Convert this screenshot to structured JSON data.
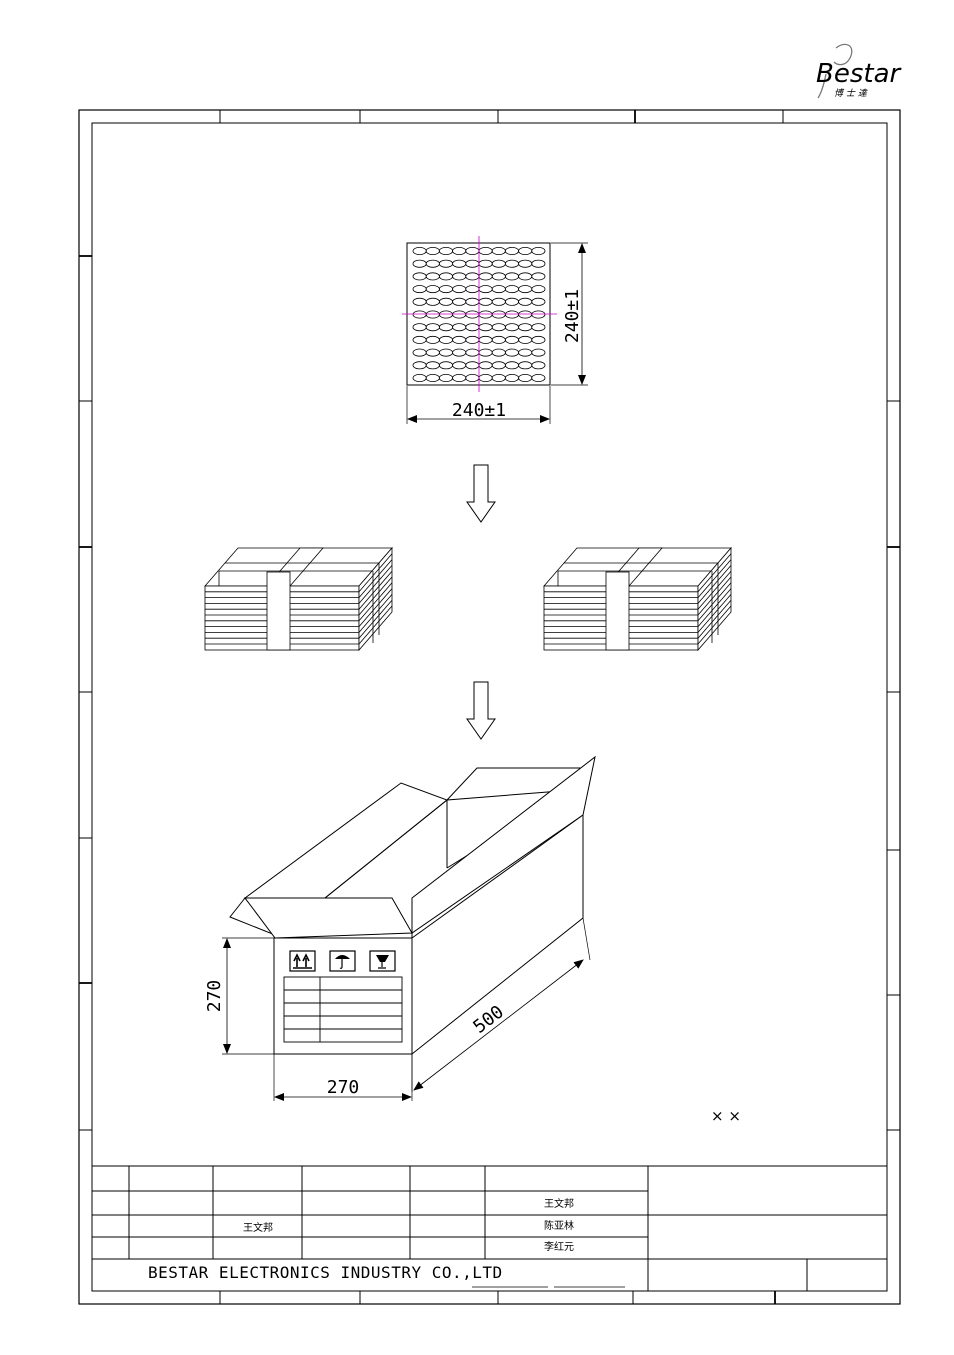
{
  "logo": {
    "brand": "Bestar",
    "chinese": "博 士 達"
  },
  "tray": {
    "width_label": "240±1",
    "height_label": "240±1",
    "rows": 11,
    "cols": 10
  },
  "carton": {
    "height_label": "270",
    "width_label": "270",
    "length_label": "500",
    "symbols": [
      "this-way-up-icon",
      "keep-dry-icon",
      "fragile-icon"
    ]
  },
  "note": "× ×",
  "title_block": {
    "names": {
      "drawn": "王文邦",
      "row2_col3": "王文邦",
      "checked": "陈亚林",
      "approved": "李红元"
    },
    "company": "BESTAR ELECTRONICS INDUSTRY CO.,LTD"
  },
  "colors": {
    "line": "#000000",
    "centerline": "#cc00cc"
  }
}
